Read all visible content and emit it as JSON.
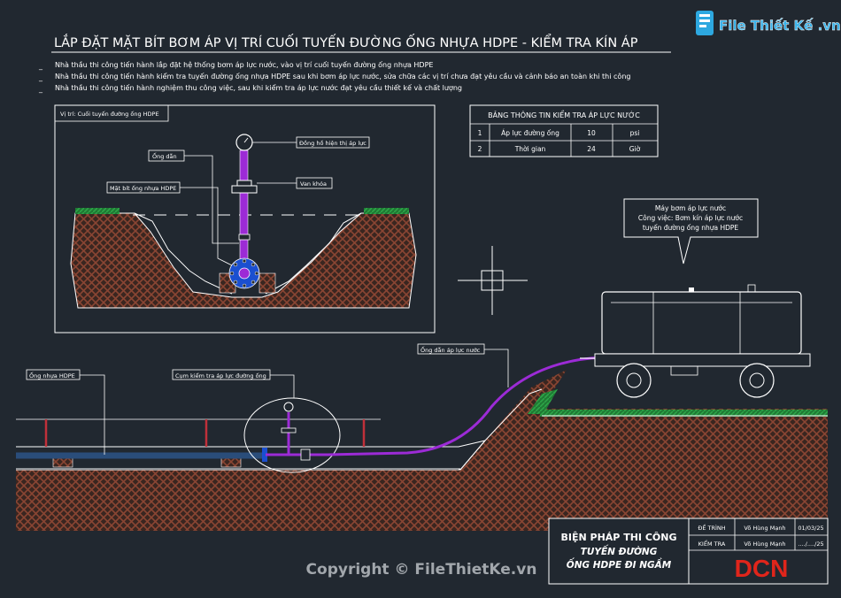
{
  "title": "LẮP ĐẶT MẶT BÍT BƠM ÁP VỊ TRÍ CUỐI TUYẾN ĐƯỜNG ỐNG NHỰA HDPE - KIỂM TRA KÍN ÁP",
  "notes": [
    "Nhà thầu thi công tiến hành lắp đặt hệ thống bơm áp lực nước, vào vị trí cuối tuyến đường ống nhựa HDPE",
    "Nhà thầu thi công tiến hành kiểm tra tuyến đường ống nhựa HDPE sau khi bơm áp lực nước, sửa chữa các vị trí chưa đạt yêu cầu và cảnh báo an toàn khi thi công",
    "Nhà thầu thi công tiến hành nghiệm thu công việc, sau khi kiểm tra áp lực nước đạt yêu cầu thiết kế và chất lượng"
  ],
  "detail": {
    "caption": "Vị trí: Cuối tuyến đường ống HDPE",
    "label_pipe": "Ống dẫn",
    "label_flange": "Mặt bít ống nhựa HDPE",
    "label_gauge": "Đồng hồ hiện thị áp lực",
    "label_valve": "Van khóa"
  },
  "table": {
    "title": "BẢNG THÔNG TIN KIỂM TRA ÁP LỰC NƯỚC",
    "rows": [
      {
        "no": "1",
        "name": "Áp lực đường ống",
        "value": "10",
        "unit": "psi"
      },
      {
        "no": "2",
        "name": "Thời gian",
        "value": "24",
        "unit": "Giờ"
      }
    ]
  },
  "callout": {
    "line1": "Máy bơm áp lực nước",
    "line2": "Công việc: Bơm kín áp lực nước",
    "line3": "tuyến đường ống nhựa HDPE"
  },
  "labels": {
    "hdpe_pipe": "Ống nhựa HDPE",
    "test_cluster": "Cụm kiểm tra áp lực đường ống",
    "pressure_hose": "Ống dẫn áp lực nước"
  },
  "title_block": {
    "line1": "BIỆN PHÁP THI CÔNG",
    "line2": "TUYẾN ĐƯỜNG",
    "line3": "ỐNG HDPE ĐI NGẦM",
    "submit_label": "ĐỀ TRÌNH",
    "submit_name": "Võ Hùng Mạnh",
    "submit_date": "01/03/25",
    "check_label": "KIỂM TRA",
    "check_name": "Võ Hùng Mạnh",
    "check_date": "..../..../25",
    "logo": "DCN"
  },
  "watermark": {
    "brand": "File Thiết Kế .vn",
    "copyright": "Copyright © FileThietKe.vn"
  },
  "colors": {
    "background": "#212830",
    "soil": "#8a4533",
    "grass": "#2ea84a",
    "pipe": "#9c2bd6",
    "flange": "#1b4fd0",
    "title_red": "#e0251b"
  }
}
